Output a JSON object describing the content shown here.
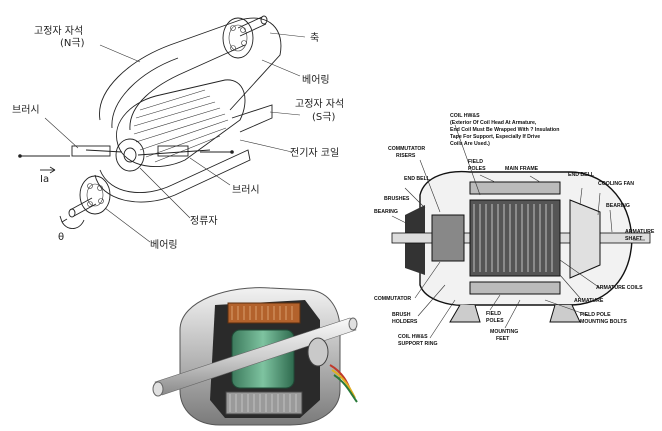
{
  "korean_diagram": {
    "labels": {
      "stator_magnet_n": "고정자 자석",
      "stator_magnet_n_pole": "(N극)",
      "shaft": "축",
      "bearing_top": "베어링",
      "stator_magnet_s": "고정자 자석",
      "stator_magnet_s_pole": "(S극)",
      "brush_left": "브러시",
      "armature_coil": "전기자 코일",
      "current_ia": "Ia",
      "brush_right": "브러시",
      "commutator": "정류자",
      "theta": "θ",
      "bearing_bottom": "베어링"
    }
  },
  "english_diagram": {
    "labels": {
      "coil_hw": "COIL HW&S",
      "coil_note_1": "(Exterior Of Coil Head At Armature,",
      "coil_note_2": "End Coil Must Be Wrapped With ? Insulation",
      "coil_note_3": "Tape For Support, Especially If Drive",
      "coil_note_4": "Coils Are Used.)",
      "commutator_risers": "COMMUTATOR",
      "commutator_risers_2": "RISERS",
      "end_bell_left": "END BELL",
      "field_poles_top": "FIELD",
      "field_poles_top_2": "POLES",
      "main_frame": "MAIN FRAME",
      "end_bell_right": "END BELL",
      "cooling_fan": "COOLING FAN",
      "brushes": "BRUSHES",
      "bearing_left": "BEARING",
      "bearing_right": "BEARING",
      "armature_shaft": "ARMATURE",
      "armature_shaft_2": "SHAFT",
      "armature_coils": "ARMATURE COILS",
      "commutator": "COMMUTATOR",
      "armature": "ARMATURE",
      "brush_holders": "BRUSH",
      "brush_holders_2": "HOLDERS",
      "field_poles_bottom": "FIELD",
      "field_poles_bottom_2": "POLES",
      "field_pole_bolts": "FIELD POLE",
      "field_pole_bolts_2": "MOUNTING BOLTS",
      "coil_hw_bottom": "COIL HW&S",
      "coil_hw_bottom_2": "SUPPORT RING",
      "mounting_feet": "MOUNTING",
      "mounting_feet_2": "FEET"
    }
  }
}
